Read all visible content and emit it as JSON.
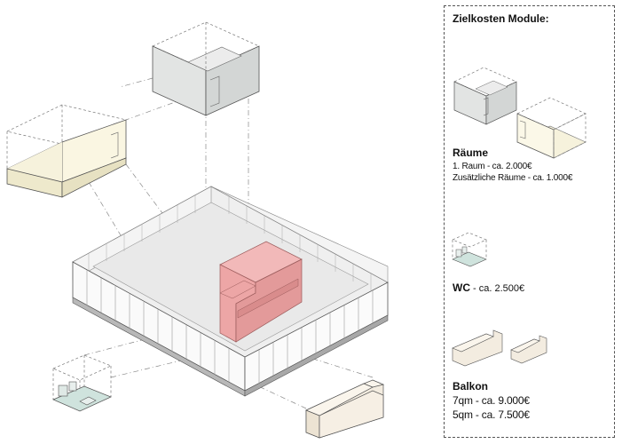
{
  "legend": {
    "title": "Zielkosten Module:",
    "raeume": {
      "title": "Räume",
      "line1": "1. Raum - ca. 2.000€",
      "line2": "Zusätzliche Räume - ca. 1.000€"
    },
    "wc": {
      "title": "WC",
      "text": " - ca. 2.500€"
    },
    "balkon": {
      "title": "Balkon",
      "line1": "7qm - ca. 9.000€",
      "line2": "5qm - ca. 7.500€"
    }
  },
  "colors": {
    "wall_grey": "#e2e4e3",
    "wall_grey_dark": "#c9cccb",
    "floor_yellow": "#f6f2dc",
    "kitchen_pink": "#eda6a6",
    "kitchen_pink_dark": "#d98c8c",
    "wc_floor": "#cfe3dd",
    "balkon_beige": "#f3ece0",
    "line": "#555555"
  }
}
